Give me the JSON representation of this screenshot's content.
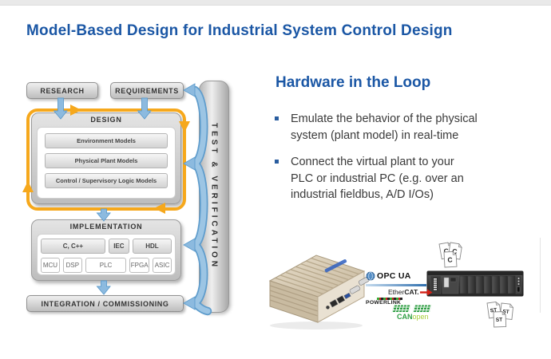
{
  "title": "Model-Based Design for Industrial System Control Design",
  "diagram": {
    "research": "RESEARCH",
    "requirements": "REQUIREMENTS",
    "design": {
      "label": "DESIGN",
      "models": [
        "Environment Models",
        "Physical Plant Models",
        "Control / Supervisory Logic Models"
      ]
    },
    "implementation": {
      "label": "IMPLEMENTATION",
      "languages": [
        "C, C++",
        "IEC",
        "HDL"
      ],
      "targets": [
        "MCU",
        "DSP",
        "PLC",
        "FPGA",
        "ASIC"
      ]
    },
    "integration": "INTEGRATION / COMMISSIONING",
    "test_verification": "TEST & VERIFICATION"
  },
  "hil": {
    "heading": "Hardware in the Loop",
    "bullets": [
      "Emulate the behavior of the physical\nsystem (plant model) in real-time",
      "Connect the virtual plant to your\nPLC or industrial PC (e.g. over an\nindustrial fieldbus, A/D I/Os)"
    ]
  },
  "protocols": {
    "opc_ua": "OPC UA",
    "ethercat_pre": "Ether",
    "ethercat_bold": "CAT.",
    "powerlink": "POWERLINK",
    "canopen_bold": "CAN",
    "canopen_light": "open"
  },
  "files": {
    "c": "C",
    "st": "ST"
  },
  "colors": {
    "accent_blue": "#1b57a5",
    "arrow_blue": "#8cbadf",
    "loop_yellow": "#f6a81c",
    "logo_green": "#2f9e44",
    "logo_red": "#cc2222"
  }
}
